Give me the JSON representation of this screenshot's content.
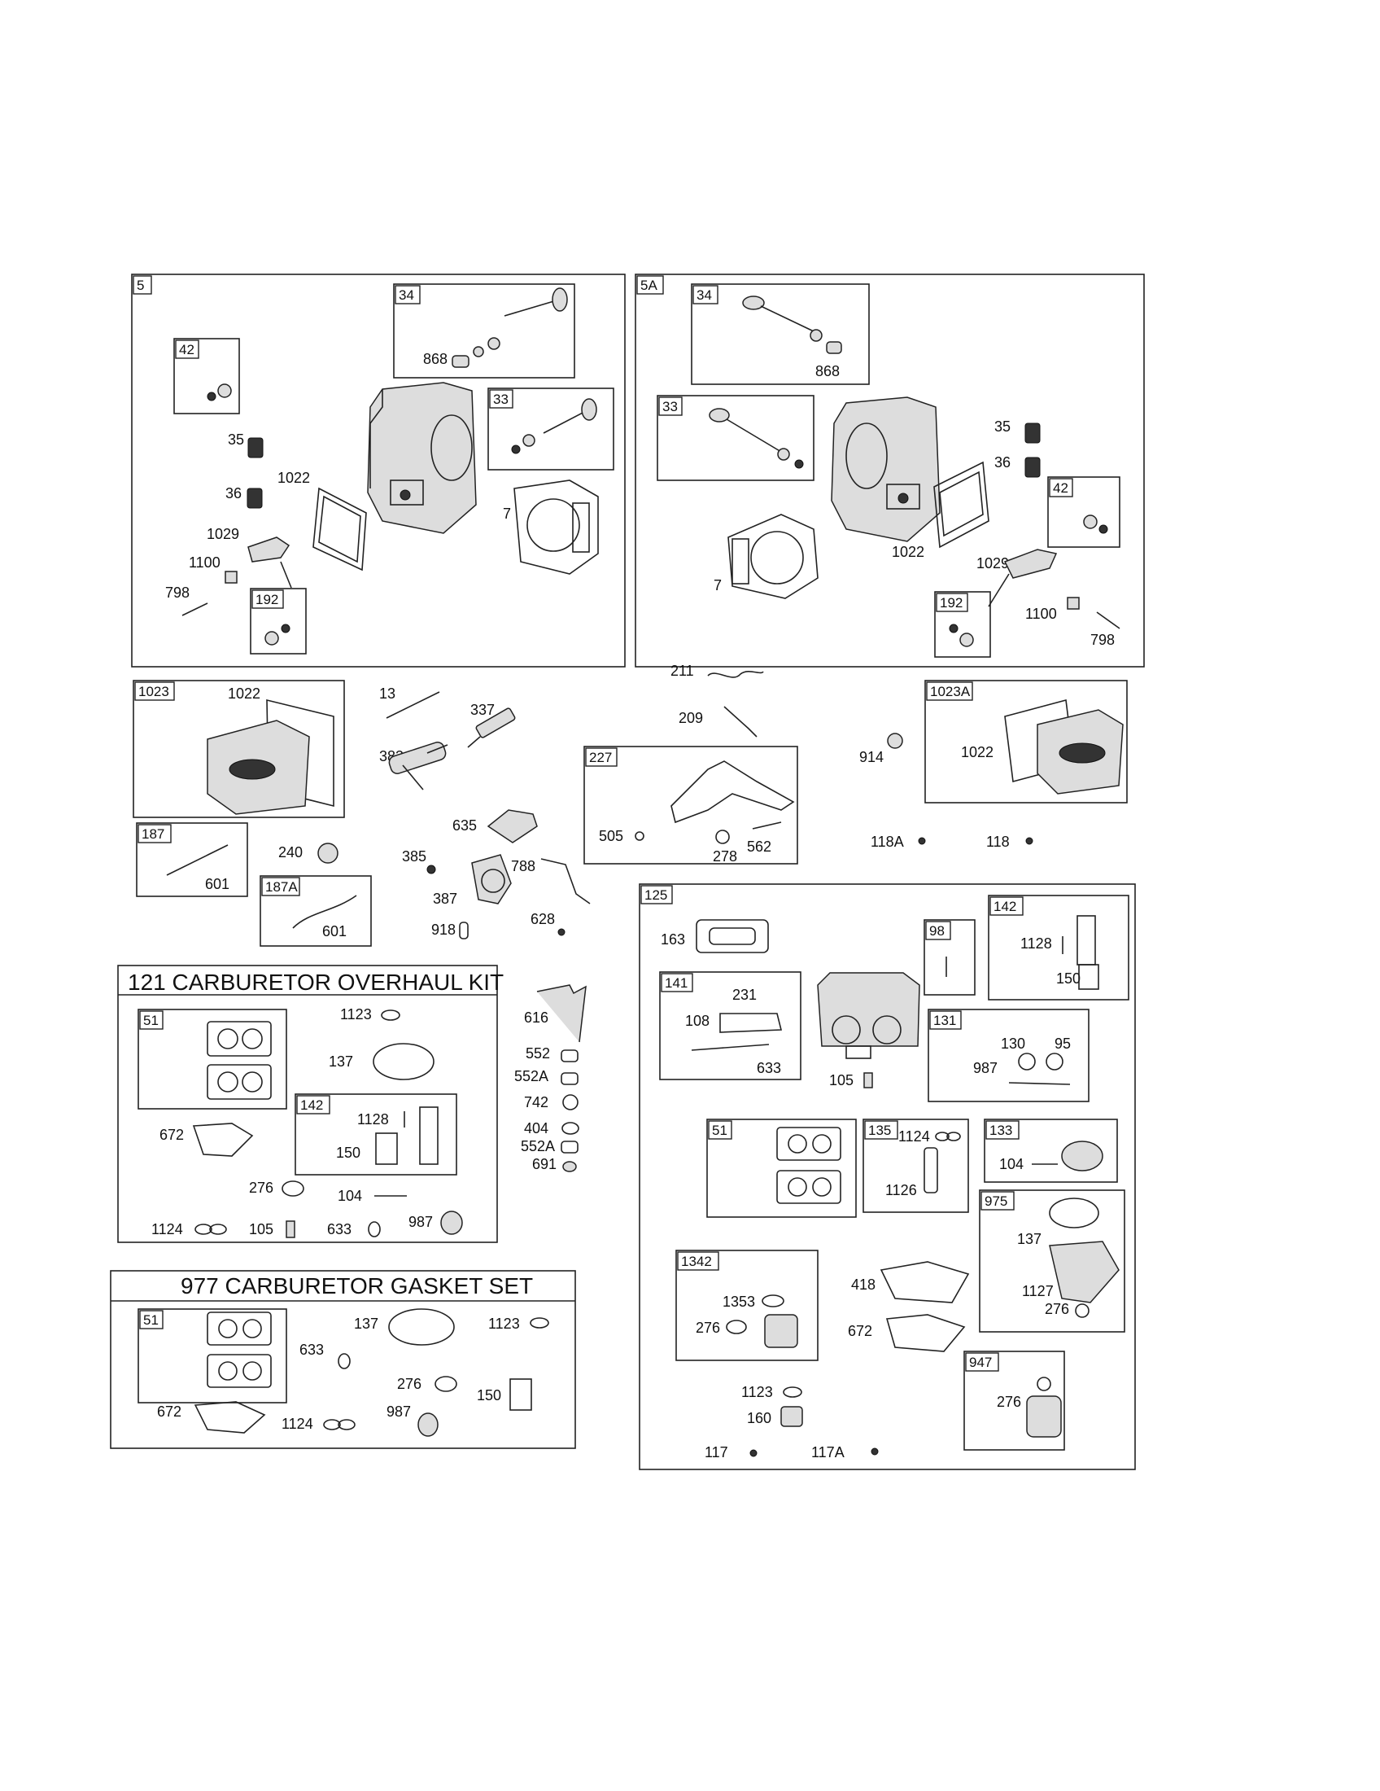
{
  "panels": {
    "p5": {
      "tag": "5",
      "labels": [
        "34",
        "42",
        "33",
        "868",
        "35",
        "36",
        "1022",
        "7",
        "1029",
        "1100",
        "798",
        "192"
      ]
    },
    "p5a": {
      "tag": "5A",
      "labels": [
        "34",
        "33",
        "868",
        "35",
        "36",
        "42",
        "1022",
        "1029",
        "7",
        "192",
        "1100",
        "798"
      ]
    },
    "p1023": {
      "tag": "1023",
      "labels": [
        "1022"
      ]
    },
    "p1023a": {
      "tag": "1023A",
      "labels": [
        "914",
        "1022"
      ]
    },
    "p187": {
      "tag": "187",
      "labels": [
        "601"
      ]
    },
    "p187a": {
      "tag": "187A",
      "labels": [
        "601"
      ]
    },
    "loose_upper": {
      "labels": [
        "13",
        "337",
        "383",
        "635",
        "240",
        "385",
        "387",
        "788",
        "918",
        "628",
        "211",
        "209",
        "118A",
        "118"
      ]
    },
    "p227": {
      "tag": "227",
      "labels": [
        "505",
        "278",
        "562"
      ]
    },
    "p121": {
      "title": "121 CARBURETOR OVERHAUL KIT",
      "sub51": "51",
      "sub142": "142",
      "labels": [
        "1123",
        "137",
        "672",
        "1128",
        "150",
        "276",
        "104",
        "1124",
        "105",
        "633",
        "987"
      ]
    },
    "loose_mid": {
      "labels": [
        "616",
        "552",
        "552A",
        "742",
        "404",
        "552A",
        "691"
      ]
    },
    "p977": {
      "title": "977 CARBURETOR GASKET SET",
      "sub51": "51",
      "labels": [
        "137",
        "1123",
        "633",
        "276",
        "150",
        "672",
        "1124",
        "987"
      ]
    },
    "p125": {
      "tag": "125",
      "sub": {
        "s98": "98",
        "s142": "142",
        "s141": "141",
        "s131": "131",
        "s51": "51",
        "s135": "135",
        "s133": "133",
        "s975": "975",
        "s1342": "1342",
        "s947": "947"
      },
      "labels": [
        "163",
        "1128",
        "150",
        "231",
        "108",
        "633",
        "105",
        "130",
        "95",
        "987",
        "1124",
        "1126",
        "104",
        "137",
        "1127",
        "276",
        "1353",
        "276",
        "418",
        "672",
        "276",
        "1123",
        "160",
        "117",
        "117A"
      ]
    }
  }
}
